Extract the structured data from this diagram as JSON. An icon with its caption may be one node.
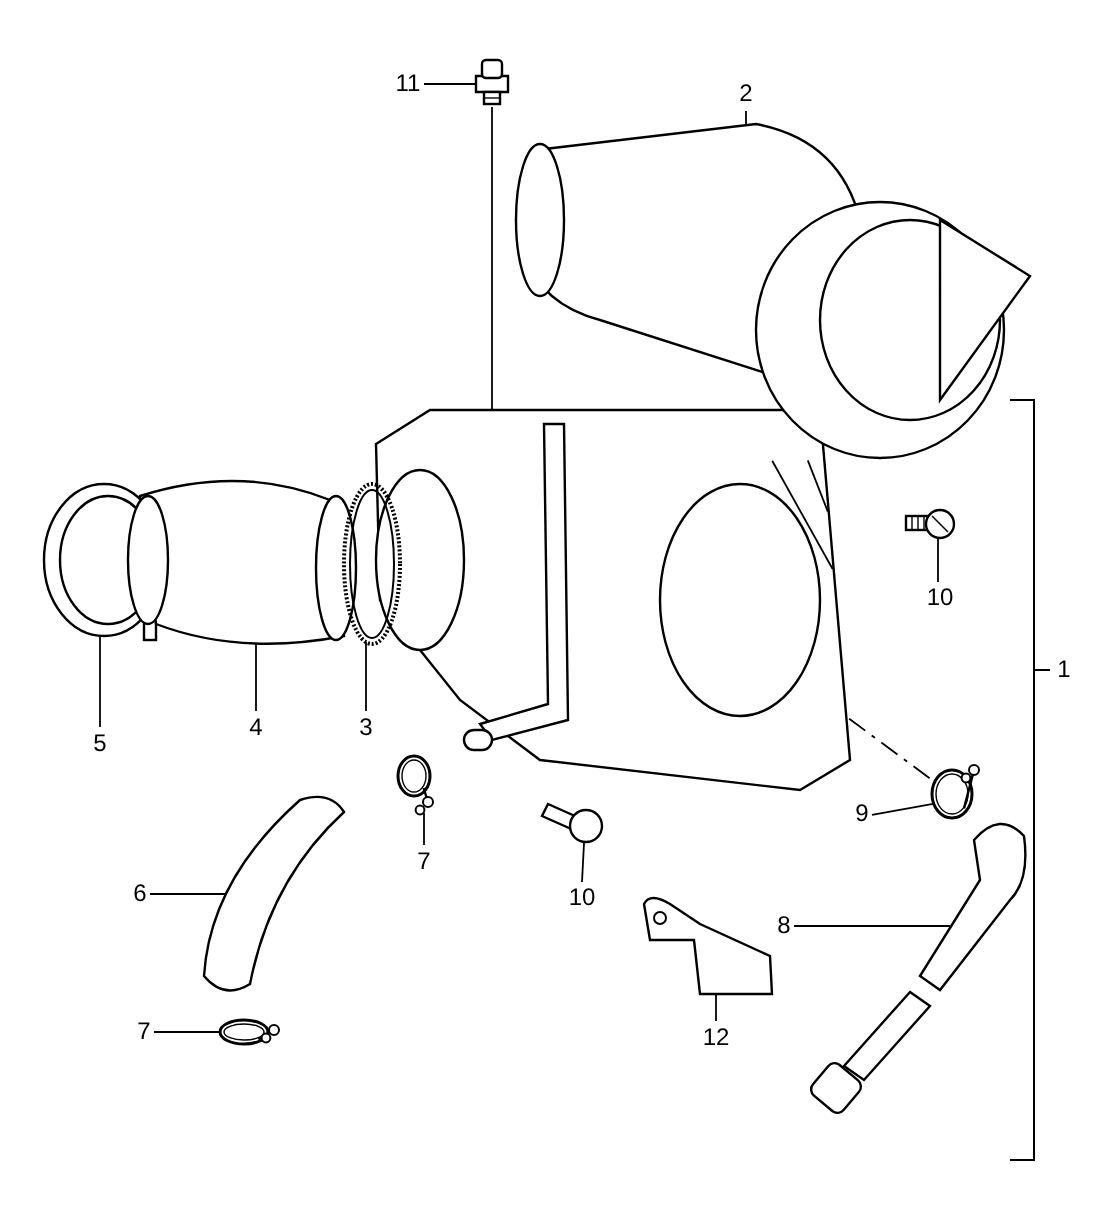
{
  "diagram": {
    "nodes": [
      {
        "text": [
          "11"
        ]
      },
      {
        "text": [
          "2"
        ]
      },
      {
        "text": [
          "10"
        ]
      },
      {
        "text": [
          "5"
        ]
      },
      {
        "text": [
          "4"
        ]
      },
      {
        "text": [
          "3"
        ]
      },
      {
        "text": [
          "9"
        ]
      },
      {
        "text": [
          "7"
        ]
      },
      {
        "text": [
          "10"
        ]
      },
      {
        "text": [
          "6"
        ]
      },
      {
        "text": [
          "8"
        ]
      },
      {
        "text": [
          "7"
        ]
      },
      {
        "text": [
          "12"
        ]
      },
      {
        "text": [],
        "shape": "picture"
      },
      {
        "text": [],
        "shape": "picture"
      },
      {
        "text": [],
        "shape": "picture"
      },
      {
        "text": [],
        "shape": "picture"
      },
      {
        "text": [],
        "shape": "picture"
      },
      {
        "text": [],
        "shape": "picture"
      },
      {
        "text": [],
        "shape": "picture"
      },
      {
        "text": [],
        "shape": "picture"
      },
      {
        "text": [],
        "shape": "picture"
      },
      {
        "text": [],
        "shape": "picture"
      },
      {
        "text": [],
        "shape": "picture"
      },
      {
        "text": [],
        "shape": "picture"
      },
      {
        "text": [],
        "shape": "picture"
      },
      {
        "text": [],
        "shape": "picture"
      }
    ],
    "edges": [
      {
        "from": 0,
        "to": 13,
        "arrow": "none"
      },
      {
        "from": 1,
        "to": 14,
        "arrow": "none"
      },
      {
        "from": 2,
        "to": 15,
        "arrow": "none"
      },
      {
        "from": 3,
        "to": 16,
        "arrow": "none"
      },
      {
        "from": 4,
        "to": 17,
        "arrow": "none"
      },
      {
        "from": 5,
        "to": 18,
        "arrow": "none"
      },
      {
        "from": 6,
        "to": 19,
        "arrow": "none"
      },
      {
        "from": 7,
        "to": 20,
        "arrow": "none"
      },
      {
        "from": 8,
        "to": 21,
        "arrow": "none"
      },
      {
        "from": 9,
        "to": 22,
        "arrow": "none"
      },
      {
        "from": 10,
        "to": 23,
        "arrow": "none"
      },
      {
        "from": 11,
        "to": 24,
        "arrow": "none"
      },
      {
        "from": 12,
        "to": 25,
        "arrow": "none"
      },
      {
        "from": 13,
        "to": 26,
        "arrow": "none"
      },
      {
        "from": 14,
        "to": 26,
        "arrow": "none"
      },
      {
        "from": 14,
        "to": 26,
        "arrow": "none"
      },
      {
        "from": 19,
        "to": 26,
        "arrow": "none",
        "style": "dashed"
      }
    ],
    "labels": [
      "1"
    ]
  }
}
